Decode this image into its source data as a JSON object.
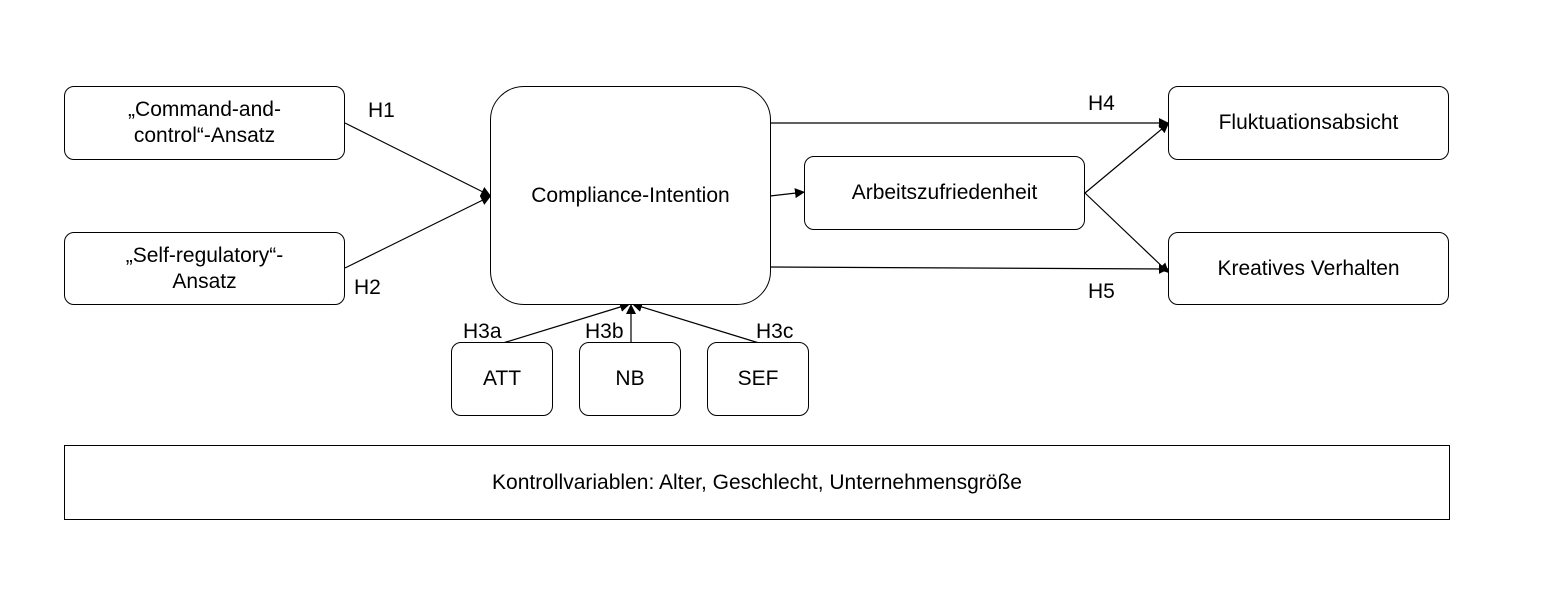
{
  "nodes": {
    "command": {
      "line1": "„Command-and-",
      "line2": "control“-Ansatz"
    },
    "self": {
      "line1": "„Self-regulatory“-",
      "line2": "Ansatz"
    },
    "compliance": "Compliance-Intention",
    "arbeit": "Arbeitszufriedenheit",
    "flukt": "Fluktuationsabsicht",
    "kreativ": "Kreatives Verhalten",
    "att": "ATT",
    "nb": "NB",
    "sef": "SEF",
    "kontroll": "Kontrollvariablen: Alter, Geschlecht, Unternehmensgröße"
  },
  "hypotheses": {
    "h1": "H1",
    "h2": "H2",
    "h3a": "H3a",
    "h3b": "H3b",
    "h3c": "H3c",
    "h4": "H4",
    "h5": "H5"
  },
  "colors": {
    "stroke": "#000000",
    "background": "#ffffff"
  }
}
